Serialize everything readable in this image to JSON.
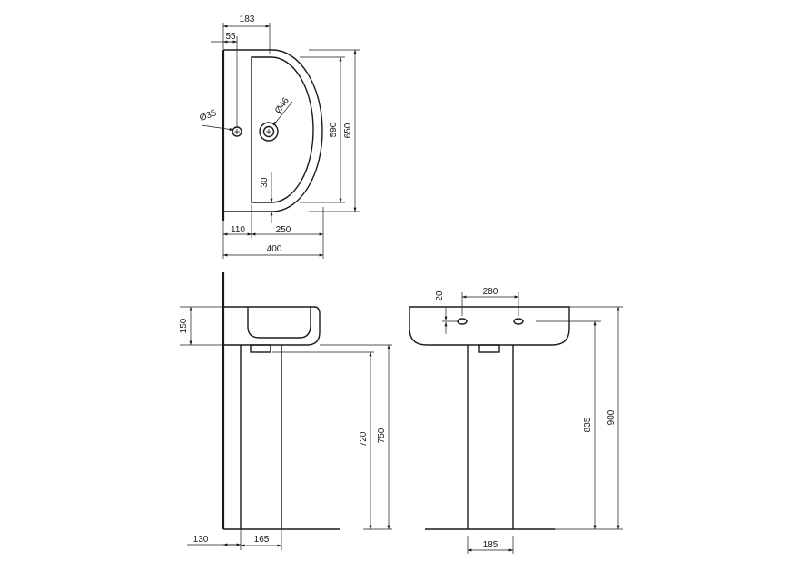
{
  "top_view": {
    "dims": {
      "d183": "183",
      "d55": "55",
      "d590": "590",
      "d650": "650",
      "d110": "110",
      "d250": "250",
      "d400": "400",
      "d30": "30",
      "dia35": "Ø35",
      "dia46": "Ø46"
    }
  },
  "side_view": {
    "dims": {
      "d150": "150",
      "d720": "720",
      "d750": "750",
      "d130": "130",
      "d165": "165"
    }
  },
  "front_view": {
    "dims": {
      "d20": "20",
      "d280": "280",
      "d835": "835",
      "d900": "900",
      "d185": "185"
    }
  }
}
